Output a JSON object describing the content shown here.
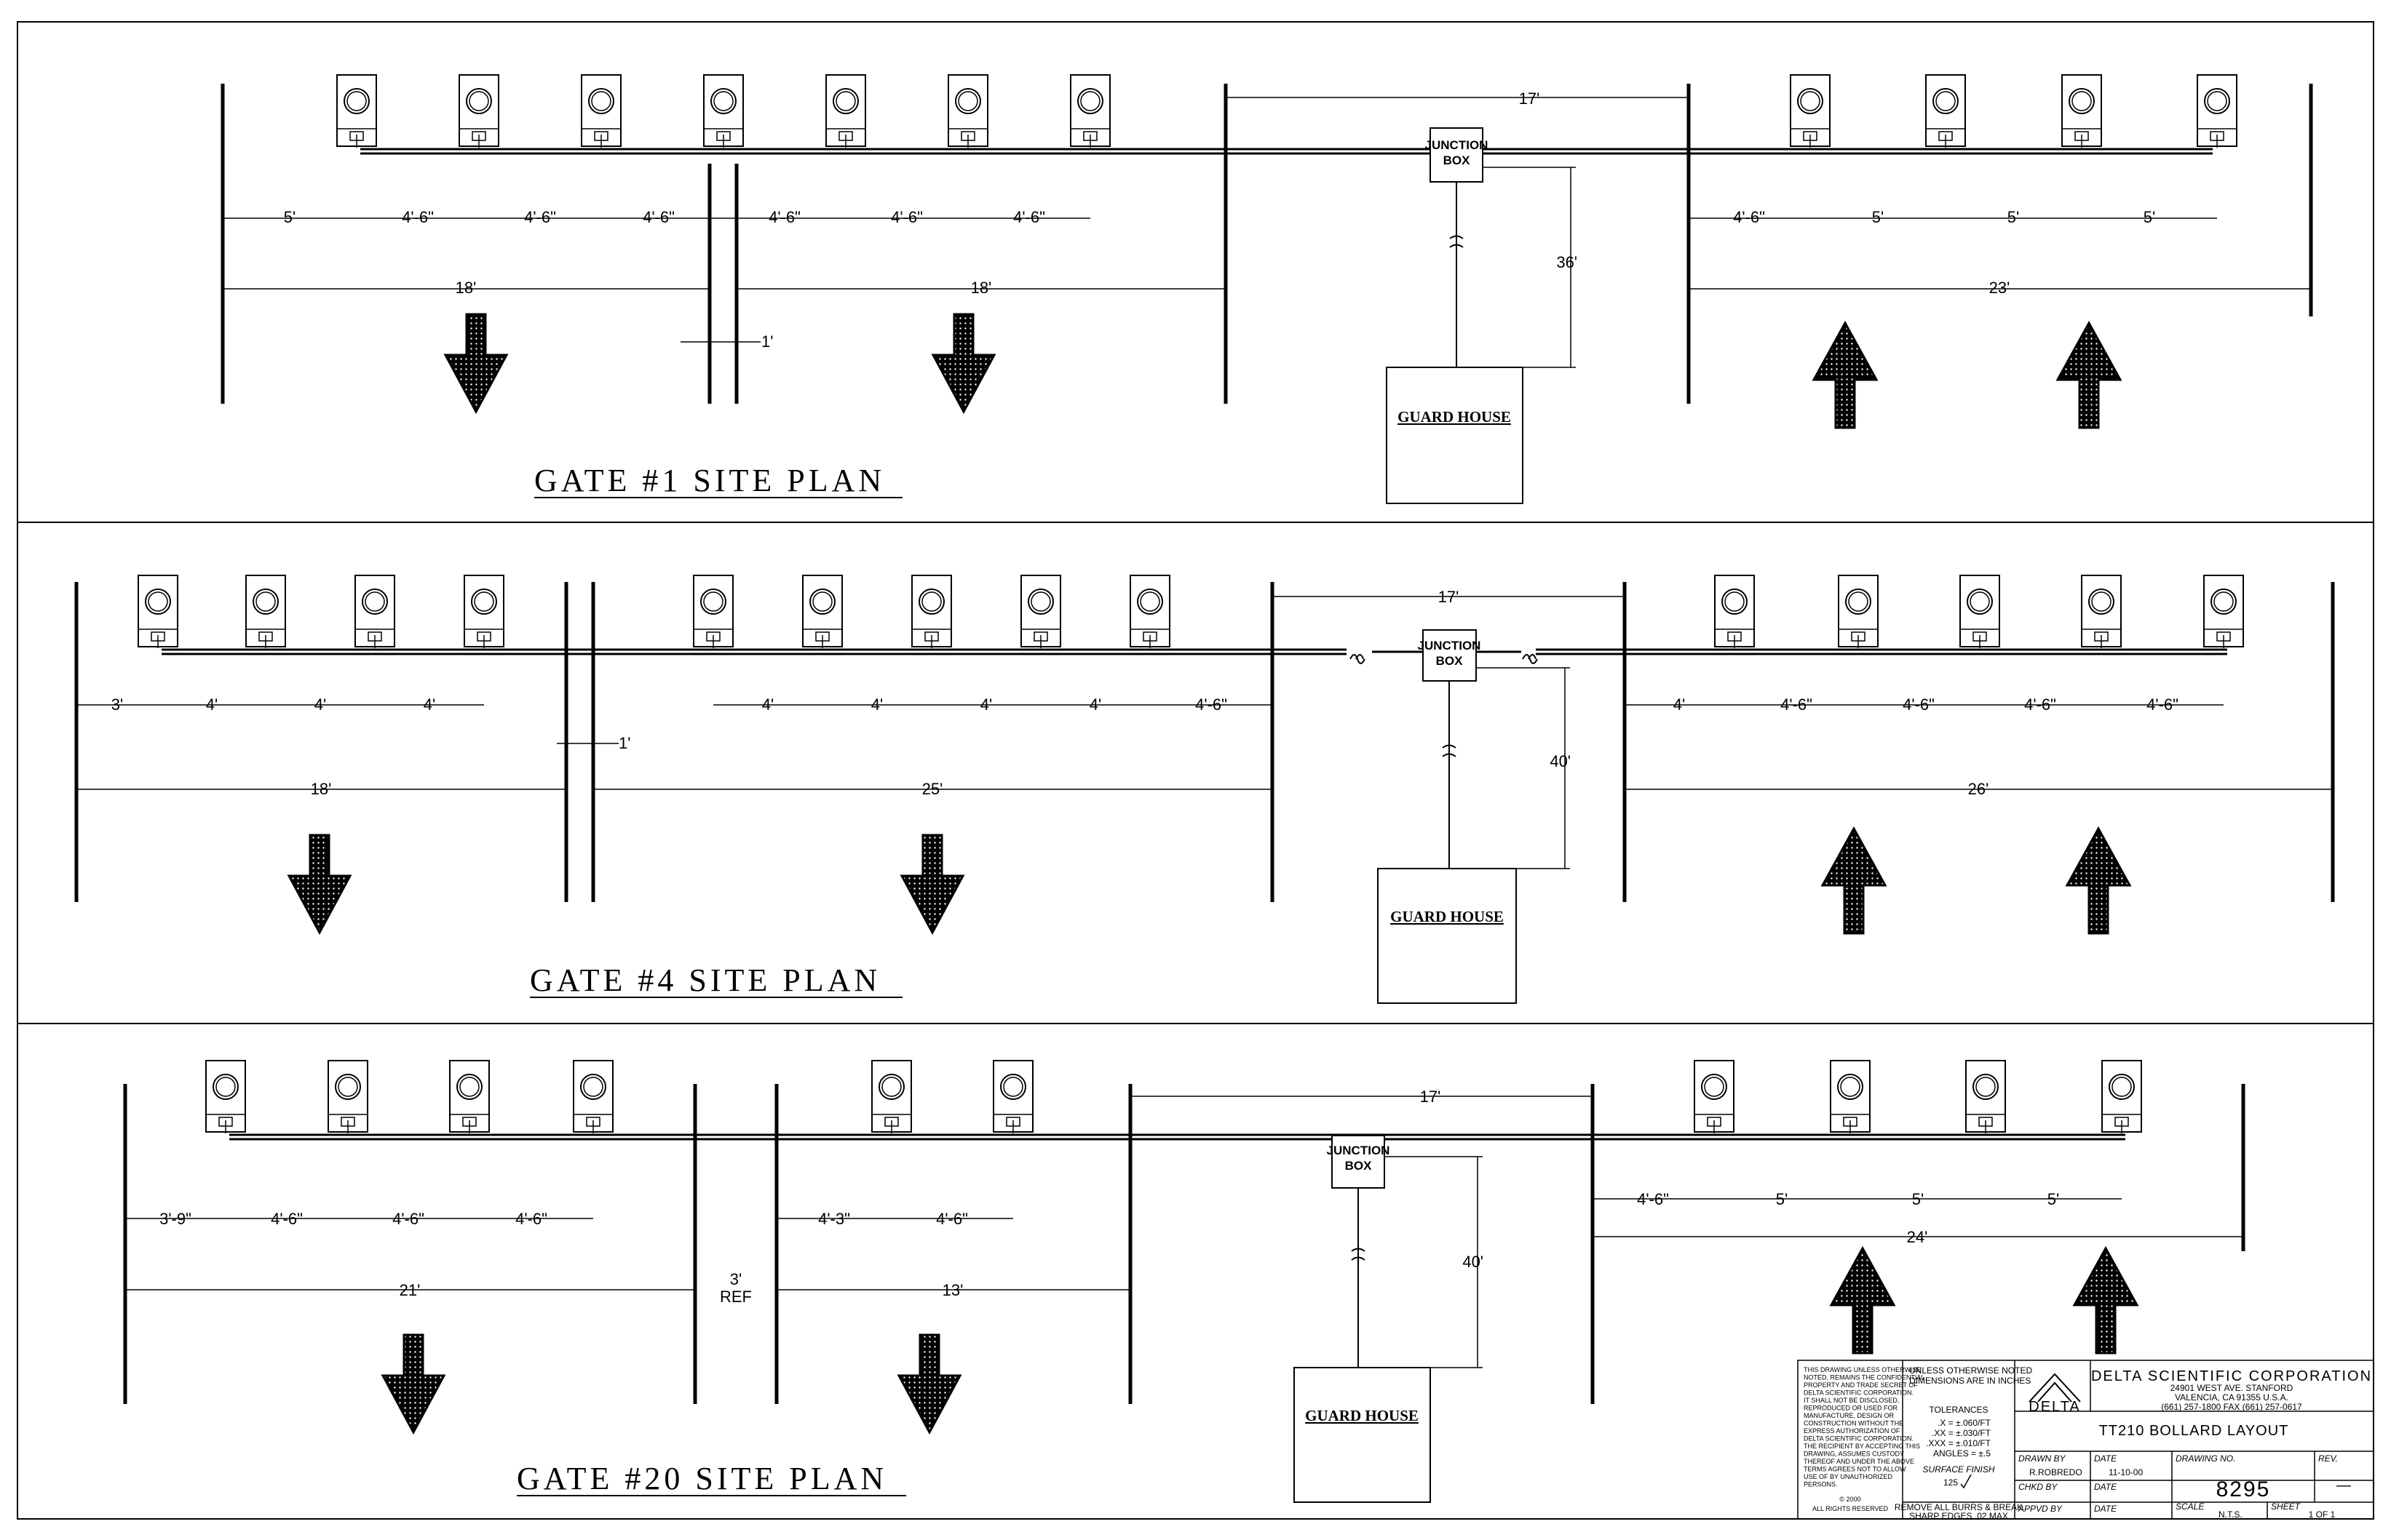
{
  "sheet": {
    "plans": [
      {
        "title": "GATE #1 SITE PLAN",
        "junction_box": "JUNCTION BOX",
        "guard_house": "GUARD HOUSE",
        "dims": {
          "top": "17'",
          "left_spacings": [
            "5'",
            "4'-6\"",
            "4'-6\"",
            "4'-6\""
          ],
          "mid_spacings": [
            "4'-6\"",
            "4'-6\"",
            "4'-6\""
          ],
          "right_spacings": [
            "4'-6\"",
            "5'",
            "5'",
            "5'"
          ],
          "left_total": "18'",
          "mid_total": "18'",
          "right_total": "23'",
          "median": "1'",
          "guard_distance": "36'"
        }
      },
      {
        "title": "GATE #4 SITE PLAN",
        "junction_box": "JUNCTION BOX",
        "guard_house": "GUARD HOUSE",
        "dims": {
          "top": "17'",
          "left_spacings": [
            "3'",
            "4'",
            "4'",
            "4'"
          ],
          "mid_spacings": [
            "4'",
            "4'",
            "4'",
            "4'",
            "4'-6\""
          ],
          "right_spacings": [
            "4'",
            "4'-6\"",
            "4'-6\"",
            "4'-6\"",
            "4'-6\""
          ],
          "left_total": "18'",
          "mid_total": "25'",
          "right_total": "26'",
          "median": "1'",
          "guard_distance": "40'"
        }
      },
      {
        "title": "GATE #20 SITE PLAN",
        "junction_box": "JUNCTION BOX",
        "guard_house": "GUARD HOUSE",
        "dims": {
          "top": "17'",
          "left_spacings": [
            "3'-9\"",
            "4'-6\"",
            "4'-6\"",
            "4'-6\""
          ],
          "mid_spacings": [
            "4'-3\"",
            "4'-6\""
          ],
          "right_spacings": [
            "4'-6\"",
            "5'",
            "5'",
            "5'"
          ],
          "left_total": "21'",
          "mid_total": "13'",
          "right_total": "24'",
          "median": "3' REF",
          "guard_distance": "40'"
        }
      }
    ],
    "title_block": {
      "confidential_notice": [
        "THIS DRAWING UNLESS OTHERWISE",
        "NOTED, REMAINS THE CONFIDENTIAL",
        "PROPERTY AND TRADE SECRET OF",
        "DELTA SCIENTIFIC CORPORATION.",
        "IT SHALL NOT BE DISCLOSED,",
        "REPRODUCED OR USED FOR",
        "MANUFACTURE, DESIGN OR",
        "CONSTRUCTION WITHOUT THE",
        "EXPRESS AUTHORIZATION OF",
        "DELTA SCIENTIFIC CORPORATION.",
        "THE RECIPIENT BY ACCEPTING THIS",
        "DRAWING, ASSUMES CUSTODY",
        "THEREOF AND UNDER THE ABOVE",
        "TERMS AGREES NOT TO ALLOW",
        "USE OF BY UNAUTHORIZED",
        "PERSONS."
      ],
      "copyright": "© 2000",
      "rights": "ALL RIGHTS RESERVED",
      "units_note": [
        "UNLESS OTHERWISE NOTED",
        "DIMENSIONS ARE IN INCHES"
      ],
      "tolerances_label": "TOLERANCES",
      "tolerances": [
        ".X = ±.060/FT",
        ".XX = ±.030/FT",
        ".XXX = ±.010/FT",
        "ANGLES = ±.5"
      ],
      "surface_finish": "SURFACE FINISH",
      "finish_value": "125",
      "burr_note": [
        "REMOVE ALL BURRS & BREAK",
        "SHARP EDGES .02 MAX"
      ],
      "logo_text": "DELTA",
      "company": "DELTA SCIENTIFIC CORPORATION",
      "address": [
        "24901 WEST AVE. STANFORD",
        "VALENCIA, CA 91355 U.S.A.",
        "(661) 257-1800 FAX (661) 257-0617"
      ],
      "drawing_title": "TT210 BOLLARD LAYOUT",
      "drawn_by_label": "DRAWN BY",
      "drawn_by": "R.ROBREDO",
      "chkd_by_label": "CHKD BY",
      "appvd_by_label": "APPVD BY",
      "date_label": "DATE",
      "date": "11-10-00",
      "drawing_no_label": "DRAWING NO.",
      "drawing_no": "8295",
      "rev_label": "REV.",
      "rev": "—",
      "scale_label": "SCALE",
      "scale": "N.T.S.",
      "sheet_label": "SHEET",
      "sheet": "1 OF 1"
    }
  }
}
